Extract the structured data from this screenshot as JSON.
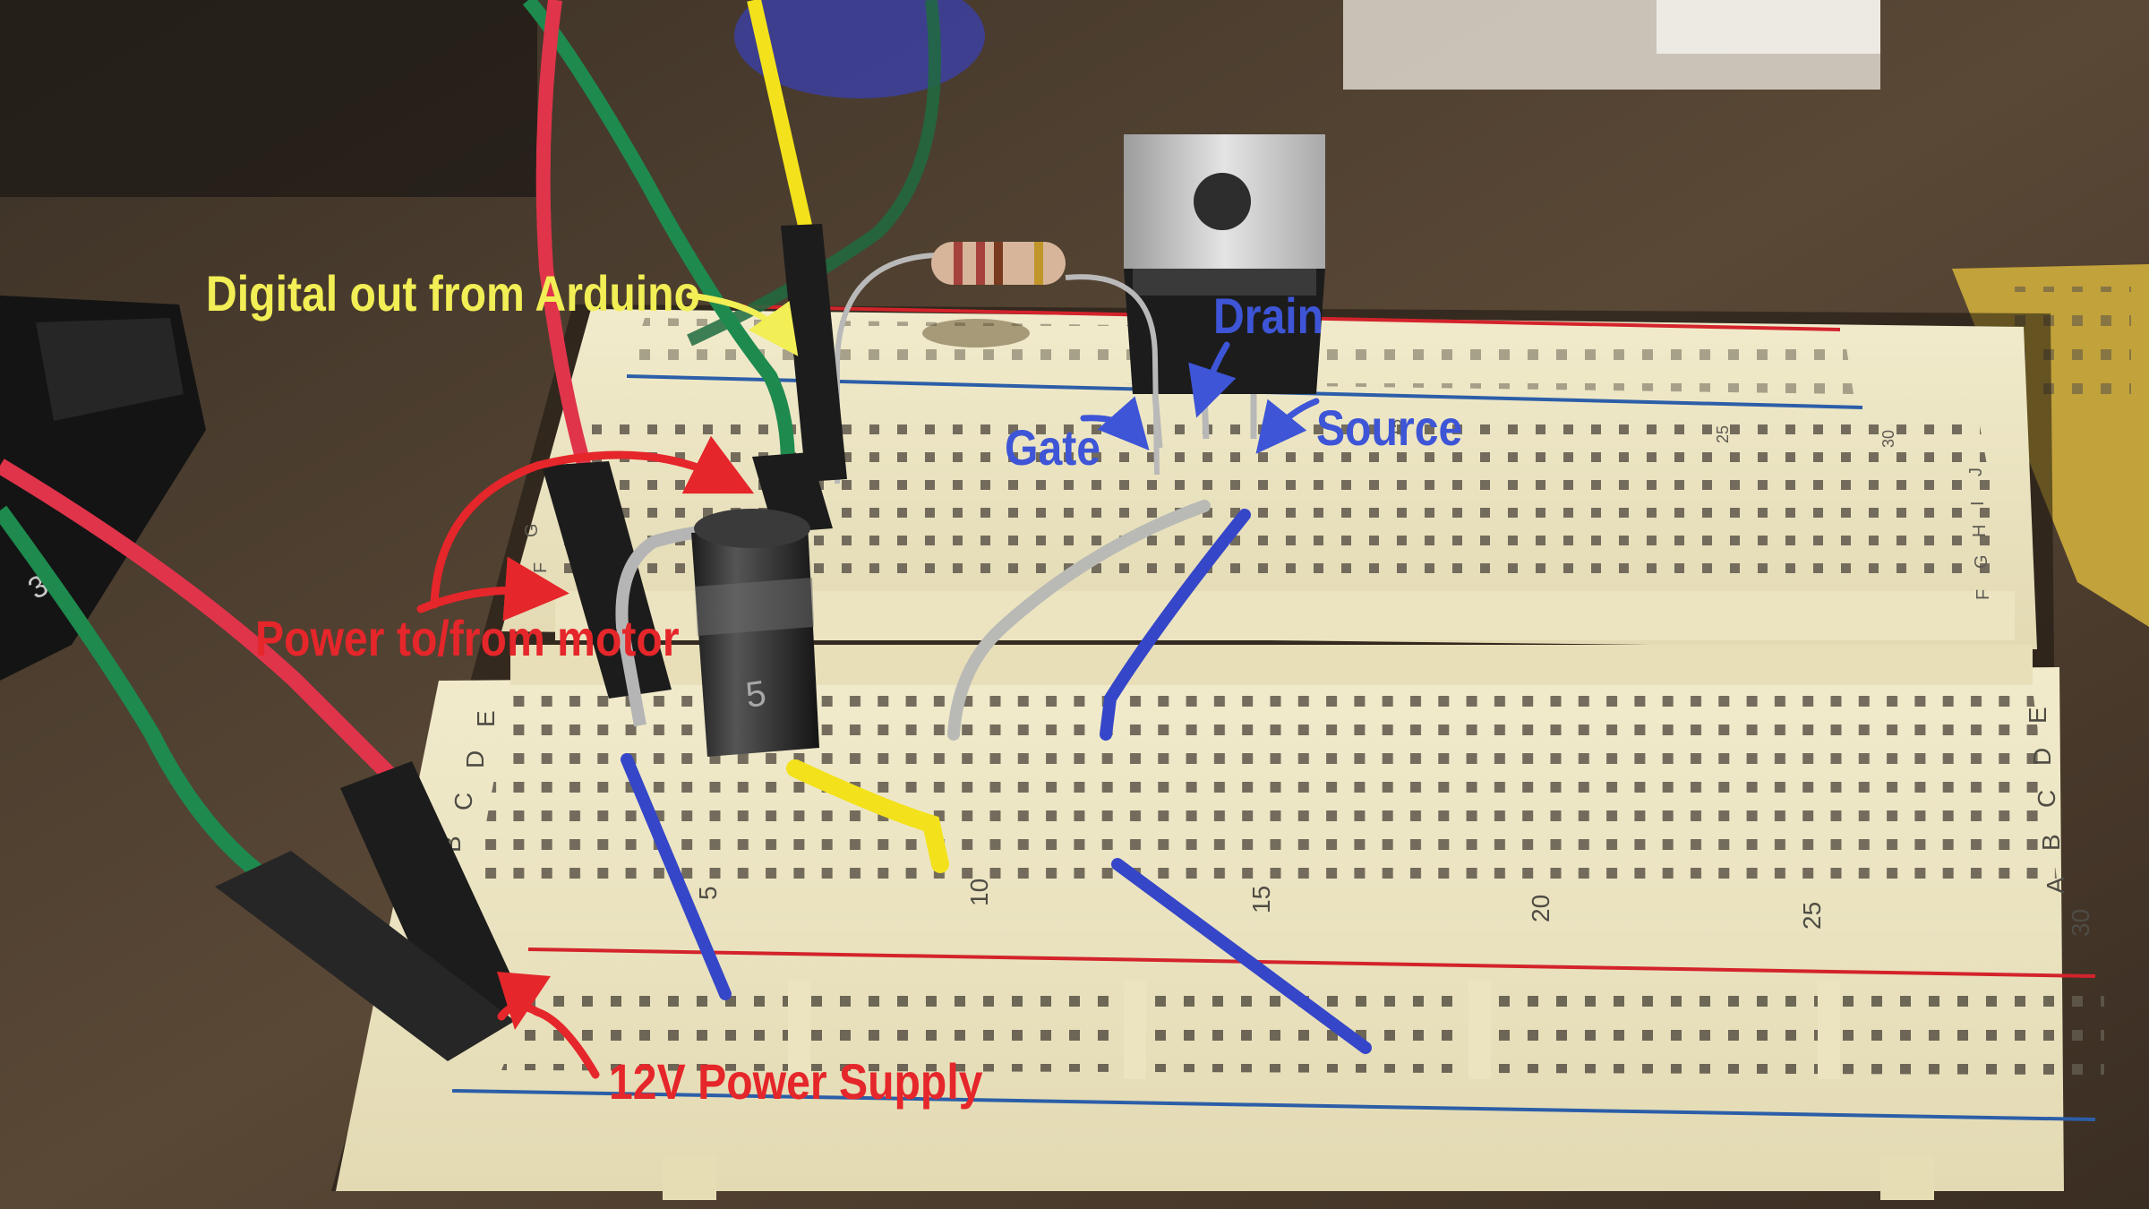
{
  "annotations": {
    "digital_out": {
      "text": "Digital out from Arduino",
      "color": "#f2ee55"
    },
    "drain": {
      "text": "Drain",
      "color": "#3d55d6"
    },
    "gate": {
      "text": "Gate",
      "color": "#3d55d6"
    },
    "source": {
      "text": "Source",
      "color": "#3d55d6"
    },
    "power_motor": {
      "text": "Power to/from motor",
      "color": "#e5262a"
    },
    "power_supply": {
      "text": "12V Power Supply",
      "color": "#e5262a"
    }
  },
  "breadboard": {
    "upper_row_letters": [
      "J",
      "I",
      "H",
      "G",
      "F"
    ],
    "upper_left_letters": [
      "G",
      "F"
    ],
    "lower_row_letters": [
      "E",
      "D",
      "C",
      "B",
      "A"
    ],
    "lower_left_letters": [
      "E",
      "D",
      "C",
      "B"
    ],
    "column_numbers": [
      "5",
      "10",
      "15",
      "20",
      "25",
      "30"
    ],
    "upper_column_numbers": [
      "15",
      "25",
      "30"
    ]
  },
  "diode_marking": "5",
  "colors": {
    "board": "#ede6c4",
    "red_wire": "#e0344b",
    "green_wire": "#1e8a4e",
    "yellow_wire": "#f3e21b",
    "blue_wire": "#3546c8",
    "gray_wire": "#b9bab6"
  }
}
